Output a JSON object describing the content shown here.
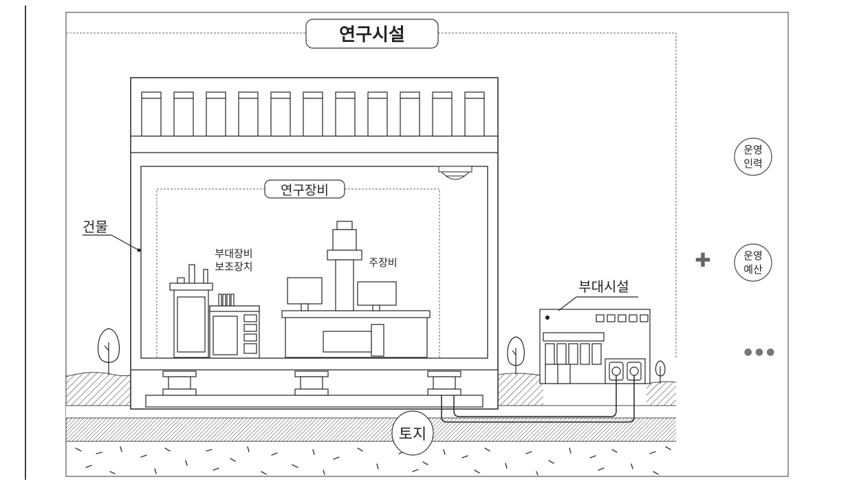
{
  "diagram": {
    "facility_title": "연구시설",
    "equipment_title": "연구장비",
    "building_label": "건물",
    "aux_equipment_label_line1": "부대장비",
    "aux_equipment_label_line2": "보조장치",
    "main_equipment_label": "주장비",
    "aux_facility_label": "부대시설",
    "land_label": "토지",
    "plus_symbol": "✚",
    "operating_staff_line1": "운영",
    "operating_staff_line2": "인력",
    "operating_budget_line1": "운영",
    "operating_budget_line2": "예산",
    "ellipsis": "●●●"
  },
  "colors": {
    "line": "#222222",
    "light_line": "#777777",
    "plus": "#666666"
  }
}
